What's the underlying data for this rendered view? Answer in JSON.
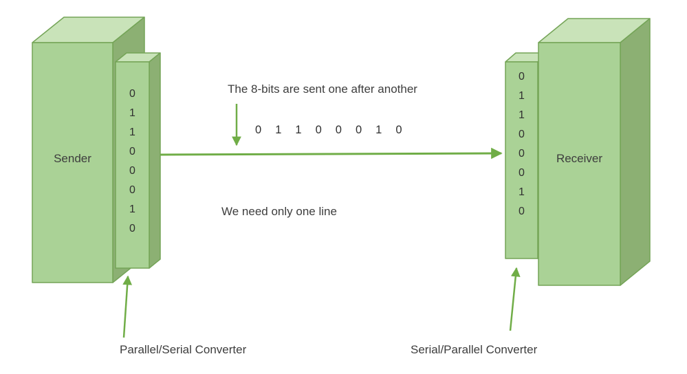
{
  "diagram_title": "Serial transmission: sender to receiver over one line",
  "colors": {
    "box_front": "#aad296",
    "box_top": "#c9e3b9",
    "box_side": "#8cb073",
    "box_stroke": "#74a457",
    "arrow": "#70ad47",
    "text": "#3d3d3d"
  },
  "sender": {
    "label": "Sender",
    "bits": [
      "0",
      "1",
      "1",
      "0",
      "0",
      "0",
      "1",
      "0"
    ]
  },
  "receiver": {
    "label": "Receiver",
    "bits": [
      "0",
      "1",
      "1",
      "0",
      "0",
      "0",
      "1",
      "0"
    ]
  },
  "channel": {
    "note_top": "The 8-bits are sent one after another",
    "serial_bits": [
      "0",
      "1",
      "1",
      "0",
      "0",
      "0",
      "1",
      "0"
    ],
    "note_bottom": "We need only one line"
  },
  "converters": {
    "left_label": "Parallel/Serial Converter",
    "right_label": "Serial/Parallel Converter"
  }
}
